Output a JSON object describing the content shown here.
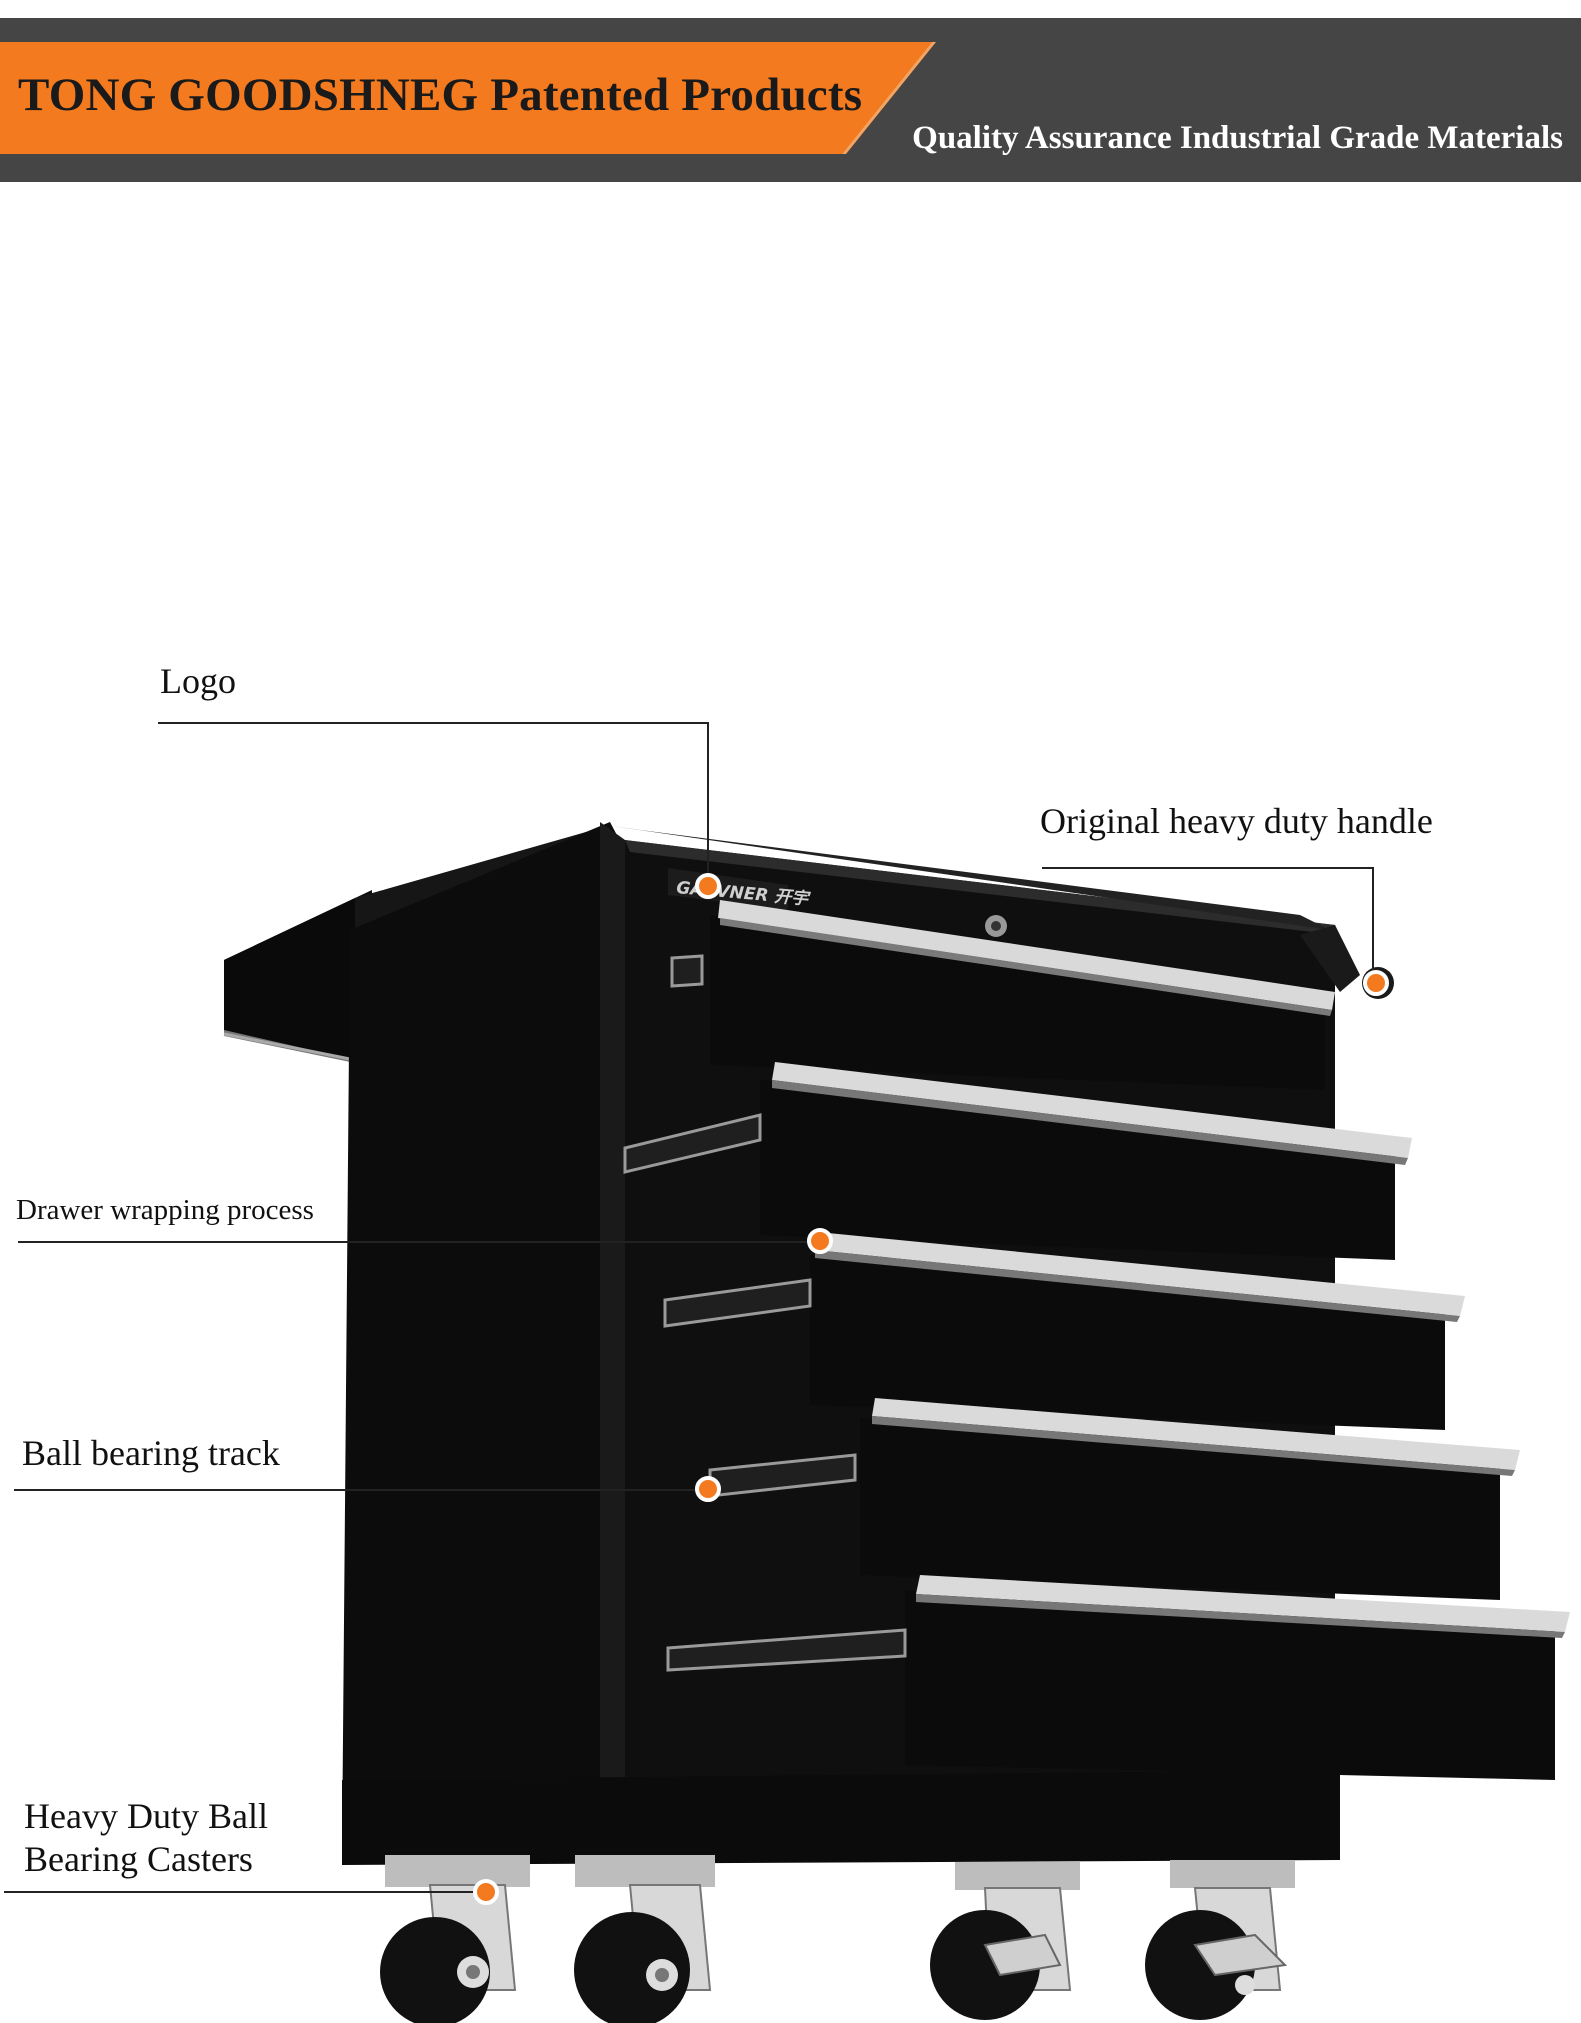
{
  "banner": {
    "title": "TONG GOODSHNEG Patented Products",
    "subtitle": "Quality Assurance Industrial Grade Materials",
    "colors": {
      "accent": "#f47a20",
      "dark": "#444444"
    }
  },
  "product": {
    "logo_text": "GARVNER 开宇",
    "colors": {
      "body": "#0e0e0e",
      "handle": "#d8d8d8",
      "marker": "#f47a20"
    }
  },
  "callouts": {
    "logo": "Logo",
    "handle": "Original heavy duty handle",
    "drawer": "Drawer wrapping process",
    "track": "Ball bearing track",
    "casters_line1": "Heavy Duty Ball",
    "casters_line2": "Bearing Casters"
  }
}
